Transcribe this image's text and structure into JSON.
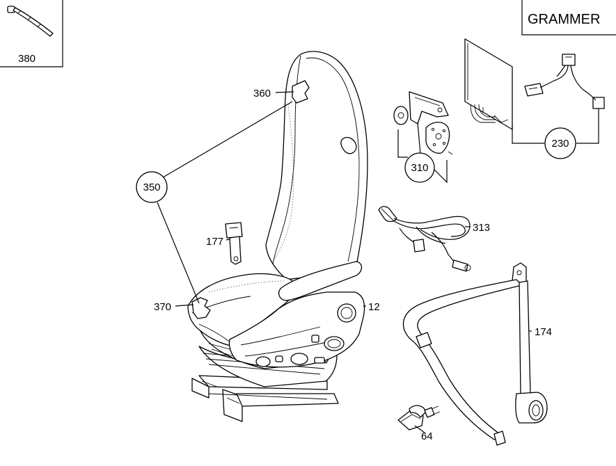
{
  "brand": "GRAMMER",
  "labels": {
    "p380": "380",
    "p360": "360",
    "p350": "350",
    "p177": "177",
    "p370": "370",
    "p12": "12",
    "p310": "310",
    "p230": "230",
    "p313": "313",
    "p174": "174",
    "p64": "64"
  }
}
